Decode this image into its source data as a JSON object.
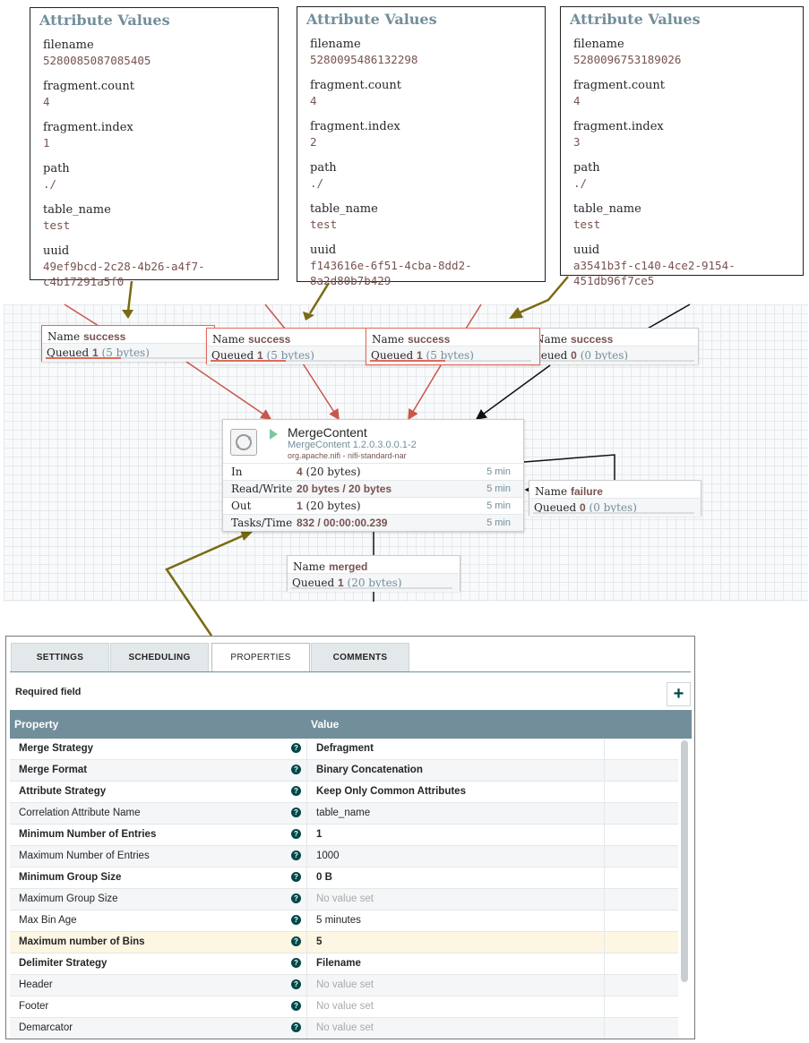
{
  "attribute_boxes": [
    {
      "title": "Attribute Values",
      "rows": [
        {
          "name": "filename",
          "value": "5280085087085405"
        },
        {
          "name": "fragment.count",
          "value": "4"
        },
        {
          "name": "fragment.index",
          "value": "1"
        },
        {
          "name": "path",
          "value": "./"
        },
        {
          "name": "table_name",
          "value": "test"
        },
        {
          "name": "uuid",
          "value": "49ef9bcd-2c28-4b26-a4f7-c4b17291a5f0"
        }
      ]
    },
    {
      "title": "Attribute Values",
      "rows": [
        {
          "name": "filename",
          "value": "5280095486132298"
        },
        {
          "name": "fragment.count",
          "value": "4"
        },
        {
          "name": "fragment.index",
          "value": "2"
        },
        {
          "name": "path",
          "value": "./"
        },
        {
          "name": "table_name",
          "value": "test"
        },
        {
          "name": "uuid",
          "value": "f143616e-6f51-4cba-8dd2-8a2d80b7b429"
        }
      ]
    },
    {
      "title": "Attribute Values",
      "rows": [
        {
          "name": "filename",
          "value": "5280096753189026"
        },
        {
          "name": "fragment.count",
          "value": "4"
        },
        {
          "name": "fragment.index",
          "value": "3"
        },
        {
          "name": "path",
          "value": "./"
        },
        {
          "name": "table_name",
          "value": "test"
        },
        {
          "name": "uuid",
          "value": "a3541b3f-c140-4ce2-9154-451db96f7ce5"
        }
      ]
    }
  ],
  "connections": [
    {
      "name_label": "Name",
      "name": "success",
      "queued_label": "Queued",
      "count": "1",
      "size": "(5 bytes)"
    },
    {
      "name_label": "Name",
      "name": "success",
      "queued_label": "Queued",
      "count": "1",
      "size": "(5 bytes)"
    },
    {
      "name_label": "Name",
      "name": "success",
      "queued_label": "Queued",
      "count": "1",
      "size": "(5 bytes)"
    },
    {
      "name_label": "Name",
      "name": "success",
      "queued_label": "ueued",
      "count": "0",
      "size": "(0 bytes)"
    },
    {
      "name_label": "Name",
      "name": "failure",
      "queued_label": "Queued",
      "count": "0",
      "size": "(0 bytes)"
    },
    {
      "name_label": "Name",
      "name": "merged",
      "queued_label": "Queued",
      "count": "1",
      "size": "(20 bytes)"
    }
  ],
  "processor": {
    "name": "MergeContent",
    "type": "MergeContent 1.2.0.3.0.0.1-2",
    "bundle": "org.apache.nifi - nifi-standard-nar",
    "stats": [
      {
        "label": "In",
        "count": "4",
        "rest": "(20 bytes)",
        "time": "5 min"
      },
      {
        "label": "Read/Write",
        "count": "20 bytes / 20 bytes",
        "rest": "",
        "time": "5 min"
      },
      {
        "label": "Out",
        "count": "1",
        "rest": "(20 bytes)",
        "time": "5 min"
      },
      {
        "label": "Tasks/Time",
        "count": "832 / 00:00:00.239",
        "rest": "",
        "time": "5 min"
      }
    ]
  },
  "dialog": {
    "tabs": [
      "SETTINGS",
      "SCHEDULING",
      "PROPERTIES",
      "COMMENTS"
    ],
    "active_tab": "PROPERTIES",
    "required_field": "Required field",
    "add_symbol": "+",
    "col_property": "Property",
    "col_value": "Value",
    "help_symbol": "?",
    "properties": [
      {
        "name": "Merge Strategy",
        "value": "Defragment",
        "required": true
      },
      {
        "name": "Merge Format",
        "value": "Binary Concatenation",
        "required": true
      },
      {
        "name": "Attribute Strategy",
        "value": "Keep Only Common Attributes",
        "required": true
      },
      {
        "name": "Correlation Attribute Name",
        "value": "table_name",
        "required": false
      },
      {
        "name": "Minimum Number of Entries",
        "value": "1",
        "required": true
      },
      {
        "name": "Maximum Number of Entries",
        "value": "1000",
        "required": false
      },
      {
        "name": "Minimum Group Size",
        "value": "0 B",
        "required": true
      },
      {
        "name": "Maximum Group Size",
        "value": "No value set",
        "required": false
      },
      {
        "name": "Max Bin Age",
        "value": "5 minutes",
        "required": false
      },
      {
        "name": "Maximum number of Bins",
        "value": "5",
        "required": true
      },
      {
        "name": "Delimiter Strategy",
        "value": "Filename",
        "required": true
      },
      {
        "name": "Header",
        "value": "No value set",
        "required": false
      },
      {
        "name": "Footer",
        "value": "No value set",
        "required": false
      },
      {
        "name": "Demarcator",
        "value": "No value set",
        "required": false
      }
    ]
  }
}
